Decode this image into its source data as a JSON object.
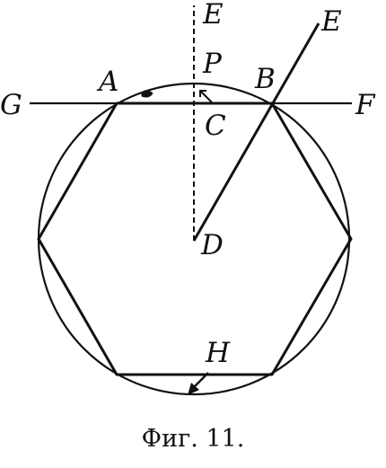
{
  "figure": {
    "caption": "Фиг. 11.",
    "points": {
      "E_top": "E",
      "E_right": "E",
      "A": "A",
      "P": "P",
      "B": "B",
      "G": "G",
      "F": "F",
      "C": "C",
      "D": "D",
      "H": "H"
    },
    "ink_color": "#111111",
    "background_color": "#ffffff"
  }
}
